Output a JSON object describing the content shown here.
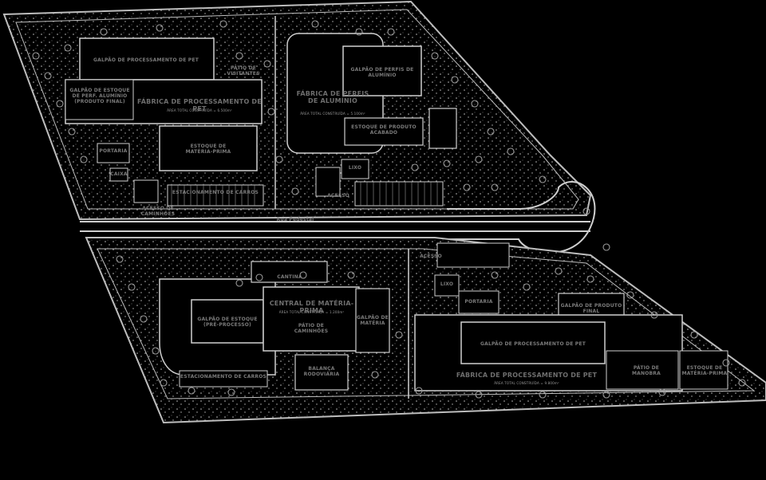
{
  "road": {
    "name": "Rua Pedestal"
  },
  "north_site": {
    "pet_processing_hall": "GALPÃO DE PROCESSAMENTO DE PET",
    "visitor_parking": "PÁTIO DE\nVISITANTES",
    "aluminum_storage_hall": "GALPÃO DE ESTOQUE\nDE PERF. ALUMÍNIO\n(PRODUTO FINAL)",
    "pet_factory": "FÁBRICA DE PROCESSAMENTO DE PET",
    "pet_factory_area": "ÁREA TOTAL CONSTRUÍDA = 6.500m²",
    "reception": "PORTARIA",
    "water_tank": "CAIXA",
    "raw_material_storage": "ESTOQUE DE\nMATÉRIA-PRIMA",
    "car_parking": "ESTACIONAMENTO DE CARROS",
    "truck_access": "ACESSO DE\nCAMINHÕES",
    "aluminum_profile_hall": "GALPÃO DE PERFIS DE\nALUMÍNIO",
    "aluminum_factory": "FÁBRICA DE PERFIS\nDE ALUMÍNIO",
    "aluminum_factory_area": "ÁREA TOTAL CONSTRUÍDA = 5.100m²",
    "aluminum_product_storage": "ESTOQUE DE PRODUTO\nACABADO",
    "waste": "LIXO",
    "main_access": "ACESSO"
  },
  "south_site": {
    "restaurant": "CANTINA",
    "raw_material_center": "CENTRAL DE MATÉRIA-PRIMA",
    "raw_material_center_area": "ÁREA TOTAL CONSTRUÍDA = 1.200m²",
    "storage_hall": "GALPÃO DE ESTOQUE\n(PRÉ-PROCESSO)",
    "truck_yard": "PÁTIO DE\nCAMINHÕES",
    "raw_material_hall": "GALPÃO DE\nMATÉRIA",
    "parking_south": "ESTACIONAMENTO DE CARROS",
    "weighbridge": "BALANÇA\nRODOVIÁRIA",
    "access": "ACESSO",
    "waste": "LIXO",
    "reception": "PORTARIA",
    "finished_goods_hall": "GALPÃO DE PRODUTO\nFINAL",
    "pet_processing_hall": "GALPÃO DE PROCESSAMENTO DE PET",
    "pet_factory": "FÁBRICA DE PROCESSAMENTO DE PET",
    "pet_factory_area": "ÁREA TOTAL CONSTRUÍDA = 9.800m²",
    "pet_yard": "PÁTIO DE\nMANOBRA",
    "raw_material_storage": "ESTOQUE DE\nMATÉRIA-PRIMA"
  },
  "colors": {
    "background": "#000000",
    "linework": "#bdbdbd",
    "trees": "#9a9a9a",
    "text": "#7a7a7a"
  }
}
